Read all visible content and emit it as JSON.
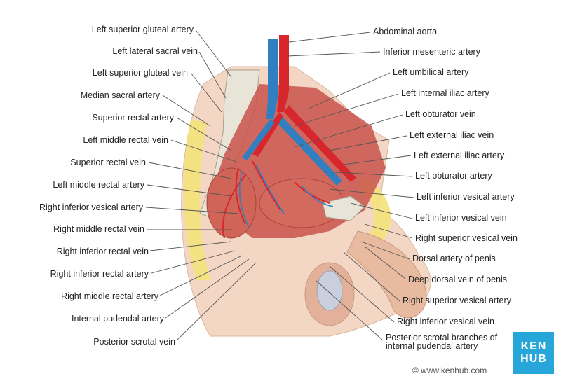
{
  "labels_left": [
    {
      "id": "left-superior-gluteal-artery",
      "text": "Left superior gluteal artery"
    },
    {
      "id": "left-lateral-sacral-vein",
      "text": "Left lateral sacral vein"
    },
    {
      "id": "left-superior-gluteal-vein",
      "text": "Left superior gluteal vein"
    },
    {
      "id": "median-sacral-artery",
      "text": "Median sacral artery"
    },
    {
      "id": "superior-rectal-artery",
      "text": "Superior rectal artery"
    },
    {
      "id": "left-middle-rectal-vein",
      "text": "Left middle rectal vein"
    },
    {
      "id": "superior-rectal-vein",
      "text": "Superior rectal vein"
    },
    {
      "id": "left-middle-rectal-artery",
      "text": "Left middle rectal artery"
    },
    {
      "id": "right-inferior-vesical-artery",
      "text": "Right inferior vesical artery"
    },
    {
      "id": "right-middle-rectal-vein",
      "text": "Right middle rectal vein"
    },
    {
      "id": "right-inferior-rectal-vein",
      "text": "Right inferior rectal vein"
    },
    {
      "id": "right-inferior-rectal-artery",
      "text": "Right inferior rectal artery"
    },
    {
      "id": "right-middle-rectal-artery",
      "text": "Right middle rectal artery"
    },
    {
      "id": "internal-pudendal-artery",
      "text": "Internal pudendal artery"
    },
    {
      "id": "posterior-scrotal-vein",
      "text": "Posterior scrotal vein"
    }
  ],
  "labels_right": [
    {
      "id": "abdominal-aorta",
      "text": "Abdominal aorta"
    },
    {
      "id": "inferior-mesenteric-artery",
      "text": "Inferior mesenteric artery"
    },
    {
      "id": "left-umbilical-artery",
      "text": "Left umbilical artery"
    },
    {
      "id": "left-internal-iliac-artery",
      "text": "Left internal iliac artery"
    },
    {
      "id": "left-obturator-vein",
      "text": "Left obturator vein"
    },
    {
      "id": "left-external-iliac-vein",
      "text": "Left external iliac vein"
    },
    {
      "id": "left-external-iliac-artery",
      "text": "Left external iliac artery"
    },
    {
      "id": "left-obturator-artery",
      "text": "Left obturator artery"
    },
    {
      "id": "left-inferior-vesical-artery",
      "text": "Left inferior vesical artery"
    },
    {
      "id": "left-inferior-vesical-vein",
      "text": "Left inferior vesical vein"
    },
    {
      "id": "right-superior-vesical-vein",
      "text": "Right superior vesical vein"
    },
    {
      "id": "dorsal-artery-of-penis",
      "text": "Dorsal artery of penis"
    },
    {
      "id": "deep-dorsal-vein-of-penis",
      "text": "Deep dorsal vein of penis"
    },
    {
      "id": "right-superior-vesical-artery",
      "text": "Right superior vesical artery"
    },
    {
      "id": "right-inferior-vesical-vein",
      "text": "Right inferior vesical vein"
    },
    {
      "id": "posterior-scrotal-branches",
      "text": "Posterior scrotal branches of internal pudendal artery"
    }
  ],
  "logo": {
    "line1": "KEN",
    "line2": "HUB"
  },
  "credit": "© www.kenhub.com",
  "colors": {
    "artery": "#d8262d",
    "vein": "#2f7fc1",
    "muscle": "#c8544c",
    "skin": "#f3d7c4",
    "bone": "#e9e4d8",
    "fat": "#f4e27a"
  }
}
